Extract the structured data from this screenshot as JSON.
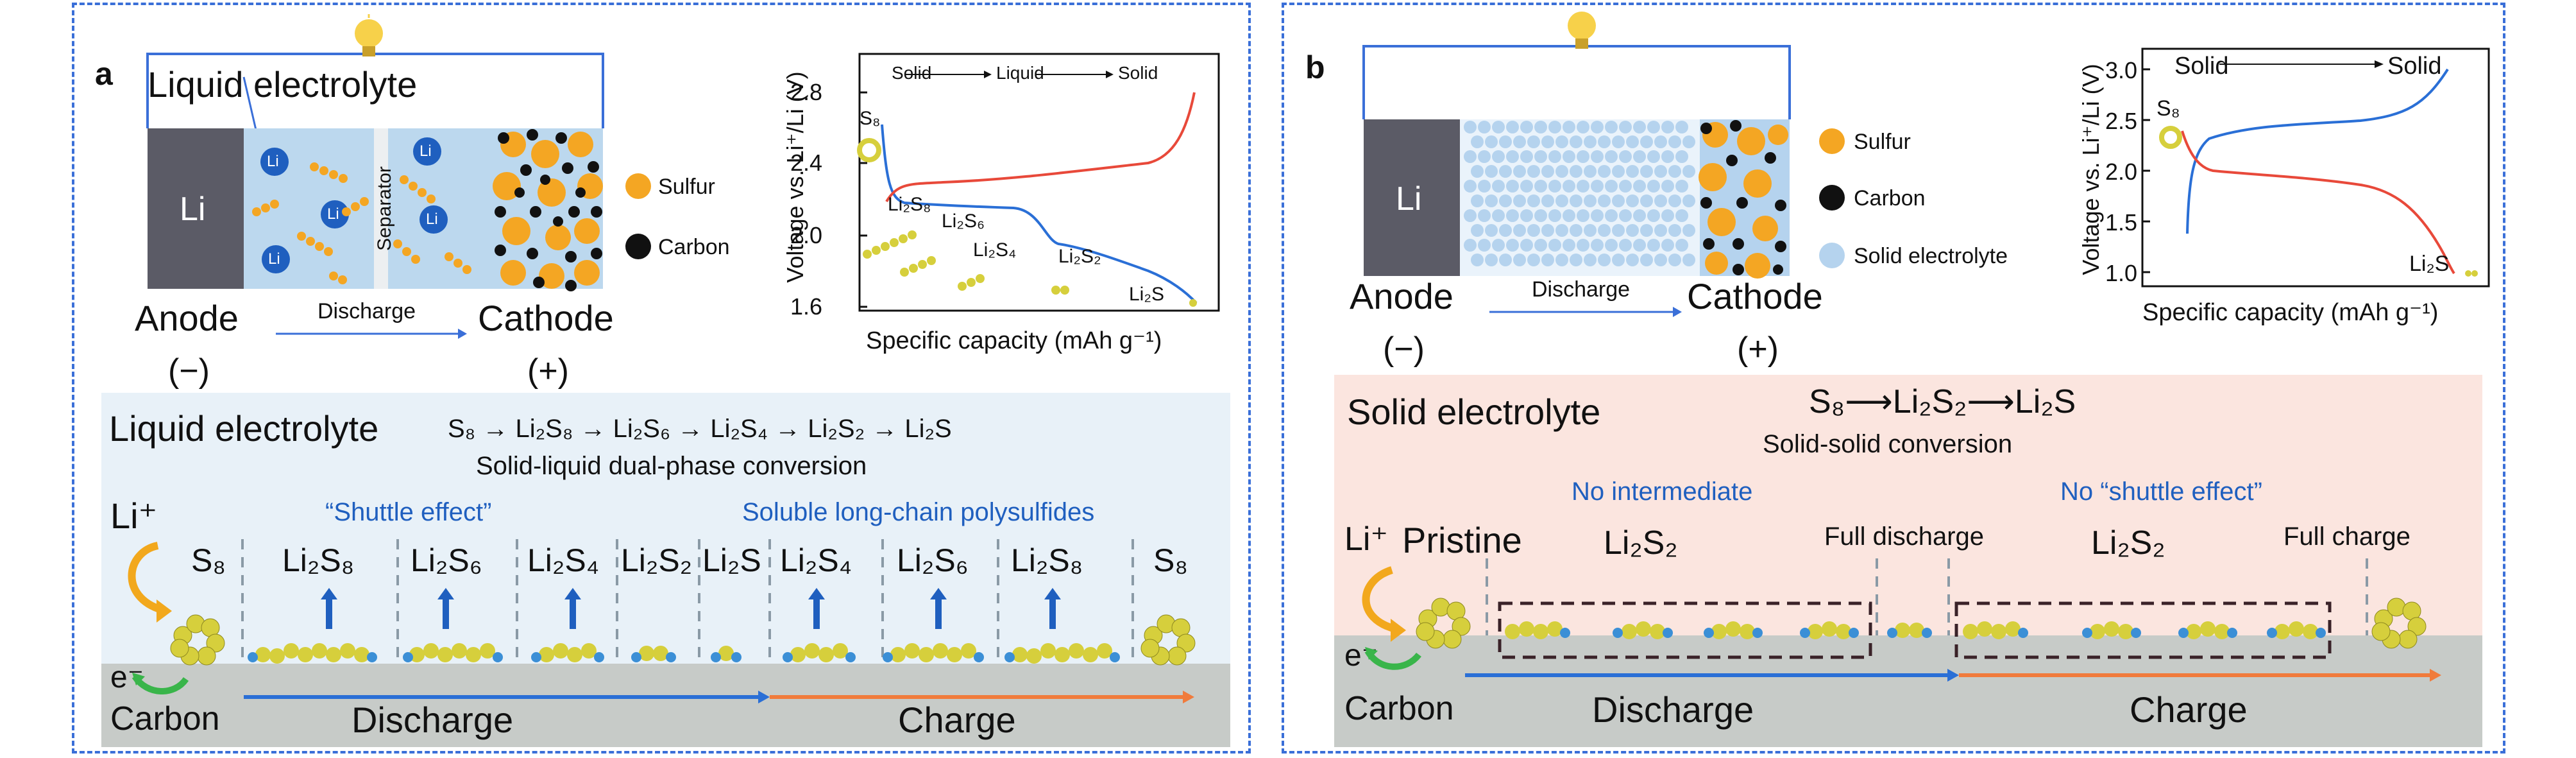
{
  "panel_a": {
    "label": "a",
    "cell": {
      "electrolyte_label": "Liquid electrolyte",
      "anode_block": "Li",
      "separator": "Separator",
      "li_ion": "Li",
      "legend": [
        "Sulfur",
        "Carbon"
      ],
      "anode": "Anode",
      "anode_sign": "(−)",
      "cathode": "Cathode",
      "cathode_sign": "(+)",
      "arrow_label": "Discharge"
    },
    "chart": {
      "ylabel": "Voltage vs. Li⁺/Li (V)",
      "xlabel": "Specific capacity (mAh g⁻¹)",
      "yticks": [
        "2.8",
        "2.4",
        "2.0",
        "1.6"
      ],
      "phase": [
        "Solid",
        "Liquid",
        "Solid"
      ],
      "species": [
        "S₈",
        "Li₂S₈",
        "Li₂S₆",
        "Li₂S₄",
        "Li₂S₂",
        "Li₂S"
      ]
    },
    "bottom": {
      "title": "Liquid electrolyte",
      "equation": "S₈ → Li₂S₈ → Li₂S₆ → Li₂S₄ → Li₂S₂ → Li₂S",
      "subtitle": "Solid-liquid dual-phase conversion",
      "shuttle": "“Shuttle effect”",
      "soluble": "Soluble long-chain polysulfides",
      "li_ion": "Li⁺",
      "electron": "e⁻",
      "species": [
        "S₈",
        "Li₂S₈",
        "Li₂S₆",
        "Li₂S₄",
        "Li₂S₂",
        "Li₂S",
        "Li₂S₄",
        "Li₂S₆",
        "Li₂S₈",
        "S₈"
      ],
      "carbon": "Carbon",
      "discharge": "Discharge",
      "charge": "Charge"
    }
  },
  "panel_b": {
    "label": "b",
    "cell": {
      "anode_block": "Li",
      "legend": [
        "Sulfur",
        "Carbon",
        "Solid electrolyte"
      ],
      "anode": "Anode",
      "anode_sign": "(−)",
      "cathode": "Cathode",
      "cathode_sign": "(+)",
      "arrow_label": "Discharge"
    },
    "chart": {
      "ylabel": "Voltage vs. Li⁺/Li (V)",
      "xlabel": "Specific capacity (mAh g⁻¹)",
      "yticks": [
        "3.0",
        "2.5",
        "2.0",
        "1.5",
        "1.0"
      ],
      "phase": [
        "Solid",
        "Solid"
      ],
      "species": [
        "S₈",
        "Li₂S"
      ]
    },
    "bottom": {
      "title": "Solid electrolyte",
      "equation": "S₈⟶Li₂S₂⟶Li₂S",
      "subtitle": "Solid-solid conversion",
      "no_intermediate": "No intermediate",
      "no_shuttle": "No “shuttle effect”",
      "li_ion": "Li⁺",
      "electron": "e⁻",
      "pristine": "Pristine",
      "li2s2_left": "Li₂S₂",
      "full_discharge": "Full discharge",
      "li2s2_right": "Li₂S₂",
      "full_charge": "Full charge",
      "carbon": "Carbon",
      "discharge": "Discharge",
      "charge": "Charge"
    }
  },
  "colors": {
    "sulfur": "#f4a623",
    "carbon": "#111111",
    "liquid": "#bcd8ee",
    "li_block": "#5b5b66",
    "discharge_curve": "#2a6fd6",
    "charge_curve": "#e8493a",
    "substrate": "#c7cbc8",
    "liquid_bg": "#e8f1f8",
    "solid_bg": "#fbe5df"
  }
}
